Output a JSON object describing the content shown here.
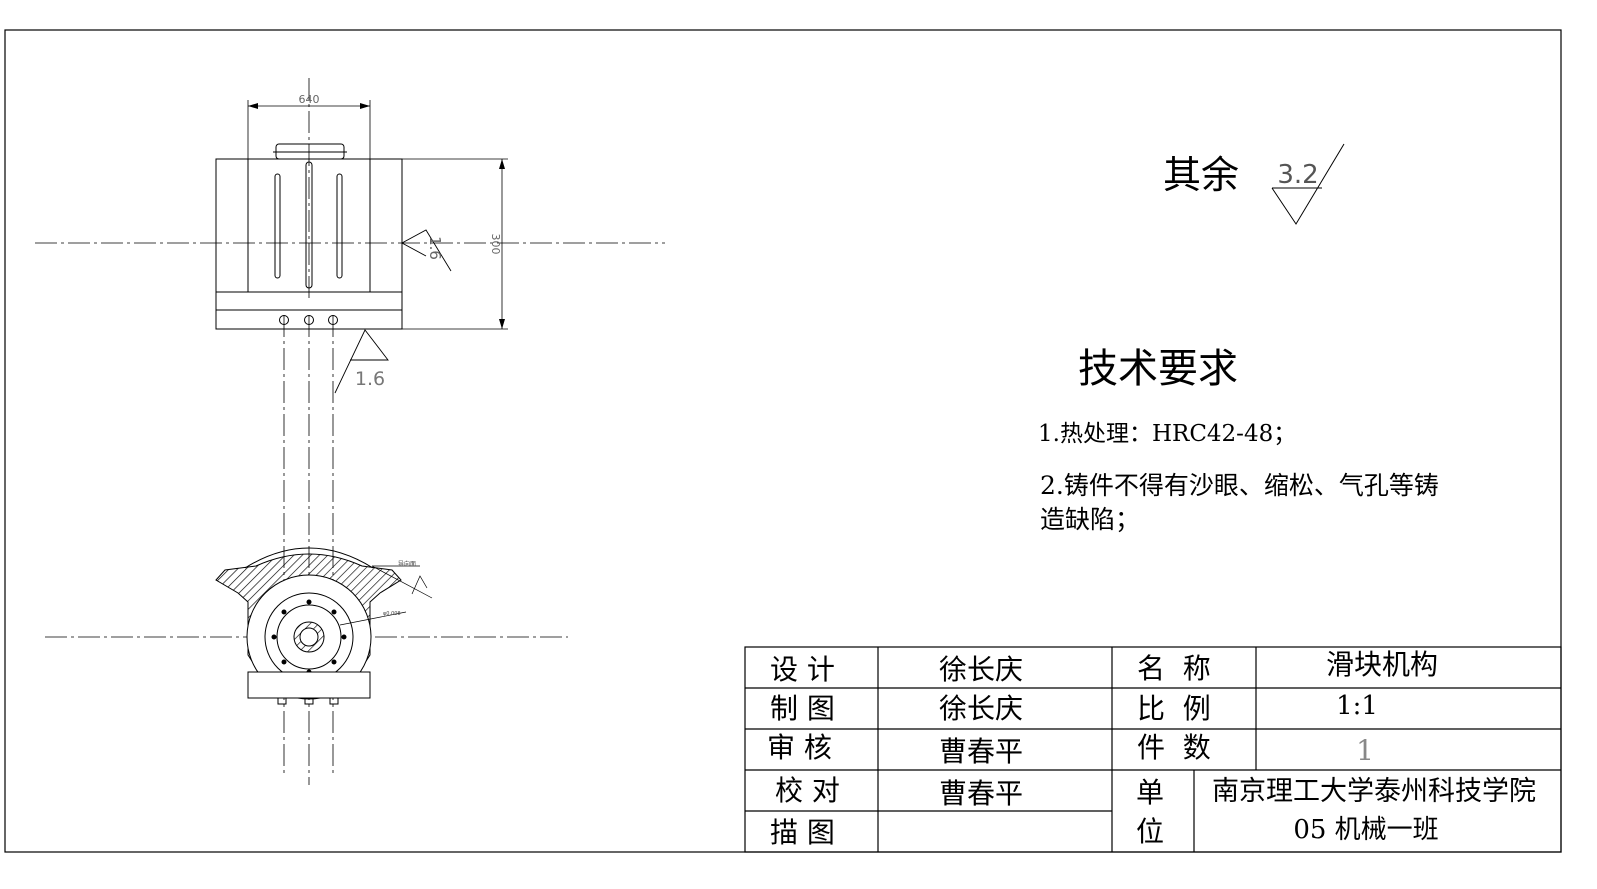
{
  "dimensions": {
    "top_width": "640",
    "top_height": "300"
  },
  "roughness": {
    "side_value": "1.6",
    "bottom_value": "1.6",
    "general_label": "其余",
    "general_value": "3.2"
  },
  "annotations": {
    "small_top": "导向面",
    "small_mid": "φ0.008"
  },
  "tech_requirements": {
    "title": "技术要求",
    "item1": "1.热处理：HRC42-48；",
    "item2_line1": "2.铸件不得有沙眼、缩松、气孔等铸",
    "item2_line2": "造缺陷；"
  },
  "title_block": {
    "design_label": "设 计",
    "design_value": "徐长庆",
    "draw_label": "制 图",
    "draw_value": "徐长庆",
    "review_label": "审 核",
    "review_value": "曹春平",
    "check_label": "校 对",
    "check_value": "曹春平",
    "trace_label": "描 图",
    "trace_value": "",
    "name_label": "名  称",
    "name_value": "滑块机构",
    "scale_label": "比  例",
    "scale_value": "1:1",
    "count_label": "件  数",
    "count_value": "1",
    "unit_label_1": "单",
    "unit_label_2": "位",
    "unit_value_1": "南京理工大学泰州科技学院",
    "unit_value_2": "05 机械一班"
  }
}
